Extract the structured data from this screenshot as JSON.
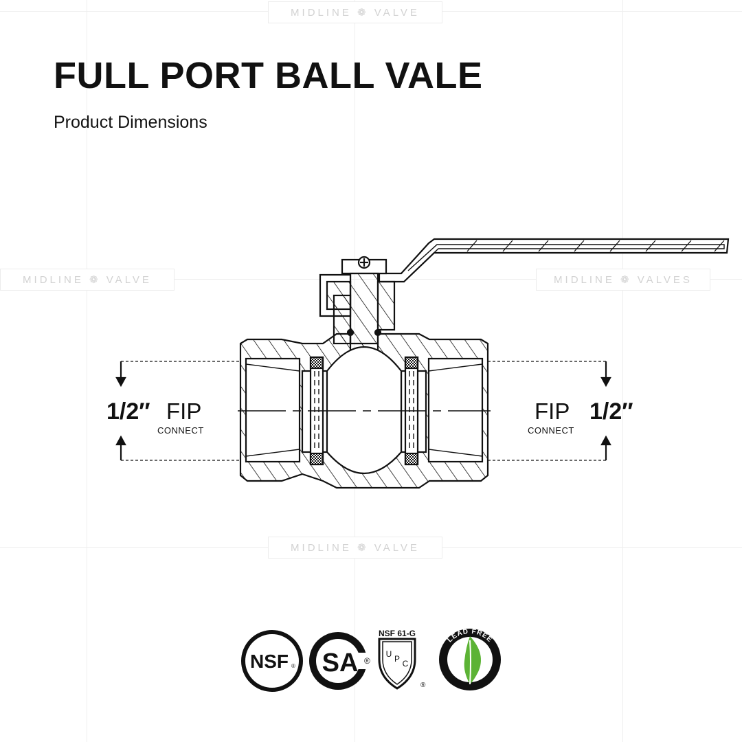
{
  "header": {
    "title": "FULL PORT BALL VALE",
    "subtitle": "Product Dimensions"
  },
  "watermarks": {
    "top": "MIDLINE ❁ VALVE",
    "left": "MIDLINE ❁ VALVE",
    "right": "MIDLINE ❁ VALVES",
    "bottom": "MIDLINE ❁ VALVE"
  },
  "dimensions": {
    "left": {
      "size": "1/2″",
      "type": "FIP",
      "sub": "CONNECT"
    },
    "right": {
      "size": "1/2″",
      "type": "FIP",
      "sub": "CONNECT"
    }
  },
  "certifications": {
    "nsf": "NSF",
    "csa": "SA",
    "upc_top": "NSF 61-G",
    "upc_letters": [
      "U",
      "P",
      "C"
    ],
    "lead_free": "LEAD FREE",
    "registered": "®",
    "lead_free_color": "#5cb335"
  }
}
